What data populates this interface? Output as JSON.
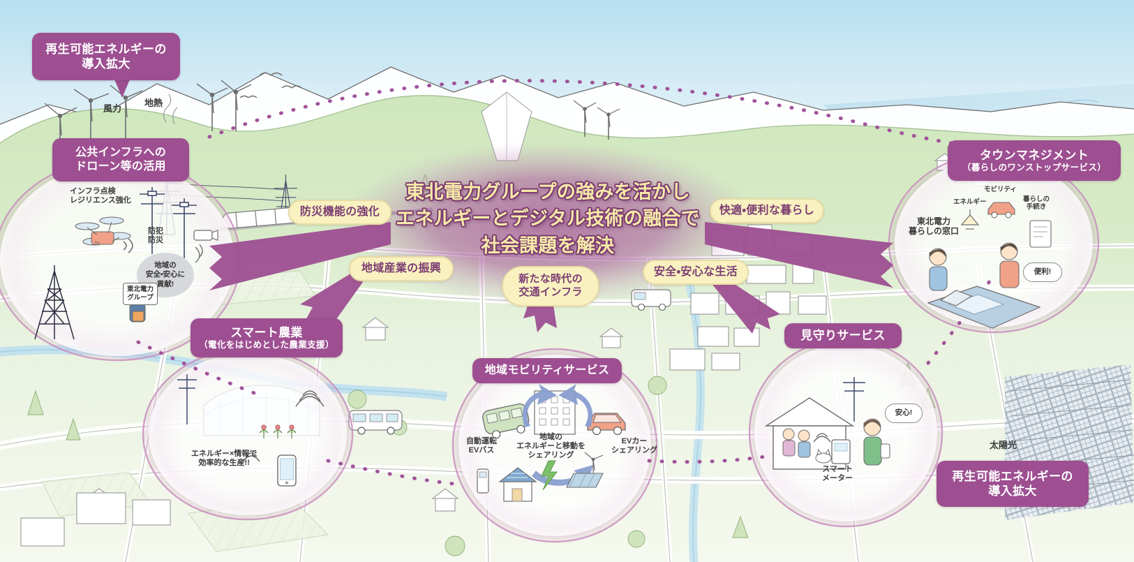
{
  "meta": {
    "title": "東北電力グループ スマートコミュニティ構想図",
    "colors": {
      "purple": "#9d4f91",
      "cream": "#f9f1c0",
      "headline_fill": "#f4e9a8",
      "headline_outline": "#7c3a72",
      "sky": "#bfe2f2",
      "land": "#eef5e6",
      "circle_glow": "#c98fbe"
    }
  },
  "center_headline": {
    "line1": "東北電力グループの強みを活かし",
    "line2": "エネルギーとデジタル技術の融合で",
    "line3": "社会課題を解決"
  },
  "callouts": [
    {
      "id": "renewable-top-left",
      "style": "purple",
      "line1": "再生可能エネルギーの",
      "line2": "導入拡大",
      "sub": ""
    },
    {
      "id": "public-infra-drone",
      "style": "purple",
      "line1": "公共インフラへの",
      "line2": "ドローン等の活用",
      "sub": ""
    },
    {
      "id": "town-management",
      "style": "purple",
      "line1": "タウンマネジメント",
      "line2": "",
      "sub": "（暮らしのワンストップサービス）"
    },
    {
      "id": "smart-agriculture",
      "style": "purple",
      "line1": "スマート農業",
      "line2": "",
      "sub": "（電化をはじめとした農業支援）"
    },
    {
      "id": "regional-mobility",
      "style": "purple",
      "line1": "地域モビリティサービス",
      "line2": "",
      "sub": ""
    },
    {
      "id": "watching-service",
      "style": "purple",
      "line1": "見守りサービス",
      "line2": "",
      "sub": ""
    },
    {
      "id": "renewable-bottom-right",
      "style": "purple",
      "line1": "再生可能エネルギーの",
      "line2": "導入拡大",
      "sub": ""
    },
    {
      "id": "disaster-prevention",
      "style": "cream",
      "line1": "防災機能の強化",
      "line2": "",
      "sub": ""
    },
    {
      "id": "local-industry",
      "style": "cream",
      "line1": "地域産業の振興",
      "line2": "",
      "sub": ""
    },
    {
      "id": "new-era-transport",
      "style": "cream",
      "line1": "新たな時代の",
      "line2": "交通インフラ",
      "sub": ""
    },
    {
      "id": "safe-secure-life",
      "style": "cream",
      "line1": "安全・安心な生活",
      "line2": "",
      "sub": ""
    },
    {
      "id": "comfortable-life",
      "style": "cream",
      "line1": "快適・便利な暮らし",
      "line2": "",
      "sub": ""
    }
  ],
  "map_annotations": {
    "wind": "風力",
    "geothermal": "地熱",
    "solar": "太陽光",
    "infra_inspection": {
      "line1": "インフラ点検",
      "line2": "レジリエンス強化"
    },
    "crime_disaster": {
      "line1": "防犯",
      "line2": "防災"
    },
    "contribution_bubble": {
      "line1": "地域の",
      "line2": "安全・安心に",
      "line3": "貢献!"
    },
    "tohoku_group_sign": {
      "line1": "東北電力",
      "line2": "グループ"
    },
    "agri_bubble": {
      "line1": "エネルギー×情報で",
      "line2": "効率的な生産!!"
    },
    "mobility": {
      "bus": {
        "line1": "自動運転",
        "line2": "EVバス"
      },
      "center": {
        "line1": "地域の",
        "line2": "エネルギーと移動を",
        "line3": "シェアリング"
      },
      "car": {
        "line1": "EVカー",
        "line2": "シェアリング"
      }
    },
    "watching": {
      "smart_meter": {
        "line1": "スマート",
        "line2": "メーター"
      },
      "relief_bubble": "安心!"
    },
    "town": {
      "counter": {
        "line1": "東北電力",
        "line2": "暮らしの窓口"
      },
      "mobility": "モビリティ",
      "energy": "エネルギー",
      "procedures": {
        "line1": "暮らしの",
        "line2": "手続き"
      },
      "convenient_bubble": "便利!"
    }
  }
}
